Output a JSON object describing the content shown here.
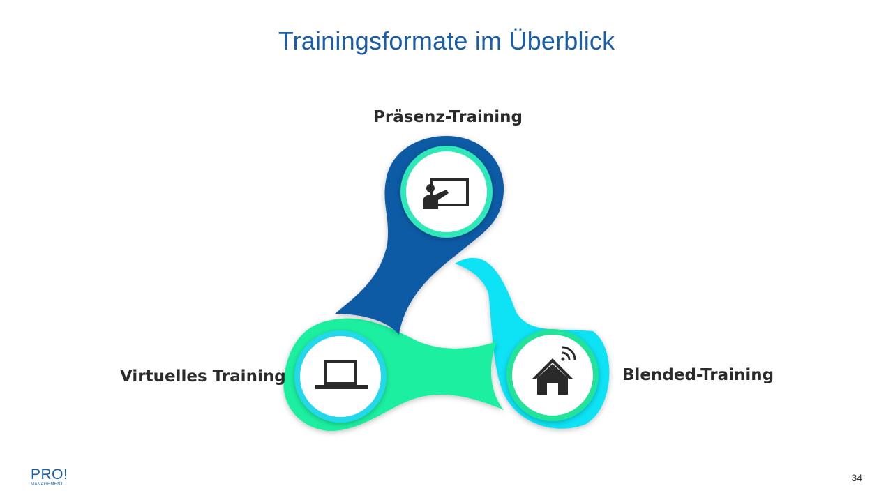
{
  "slide": {
    "title": "Trainingsformate im Überblick",
    "page_number": "34"
  },
  "nodes": [
    {
      "label": "Präsenz-Training",
      "icon": "presentation-board-icon",
      "color": "#0a5aa5",
      "ring_color": "#2fe8b8"
    },
    {
      "label": "Virtuelles Training",
      "icon": "laptop-icon",
      "color": "#1af0a0",
      "ring_color": "#22d8ea"
    },
    {
      "label": "Blended-Training",
      "icon": "smart-home-icon",
      "color": "#0fe3f5",
      "ring_color": "#20e39a"
    }
  ],
  "logo": {
    "main": "PRO!",
    "sub": "MANAGEMENT"
  }
}
